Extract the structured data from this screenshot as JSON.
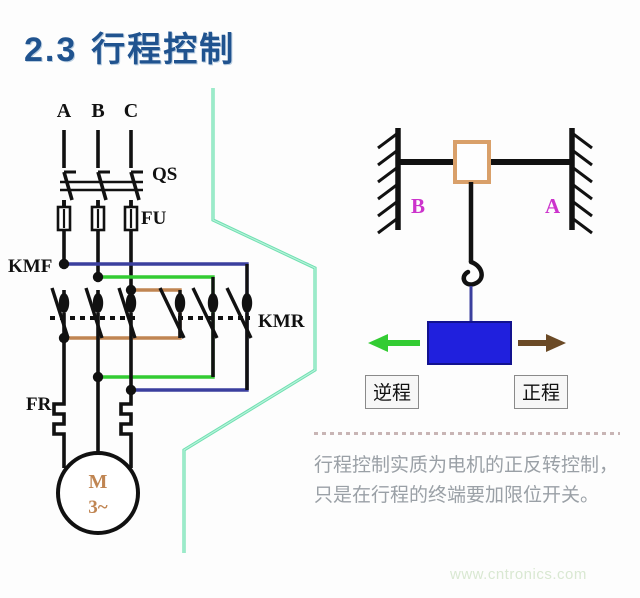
{
  "title": {
    "number": "2.3",
    "text": "行程控制"
  },
  "circuit": {
    "phase_labels": [
      "A",
      "B",
      "C"
    ],
    "switch_label": "QS",
    "fuse_label": "FU",
    "contactor_forward": "KMF",
    "contactor_reverse": "KMR",
    "overload_relay": "FR",
    "motor_symbol_top": "M",
    "motor_symbol_bottom": "3~",
    "colors": {
      "wire_blue": "#3b3f9e",
      "wire_green": "#33cc33",
      "wire_orange": "#c08552",
      "accent_green": "#5fd6a5",
      "line_black": "#111111"
    }
  },
  "mechanism": {
    "left_limit_label": "B",
    "right_limit_label": "A",
    "reverse_travel_label": "逆程",
    "forward_travel_label": "正程",
    "arrow_left_color": "#33cc33",
    "arrow_right_color": "#6b4a26",
    "carriage_color": "#2020dd",
    "limit_switch_color": "#d9a06a",
    "label_color": "#cc33cc"
  },
  "description": "行程控制实质为电机的正反转控制，只是在行程的终端要加限位开关。",
  "watermark": "www.cntronics.com"
}
